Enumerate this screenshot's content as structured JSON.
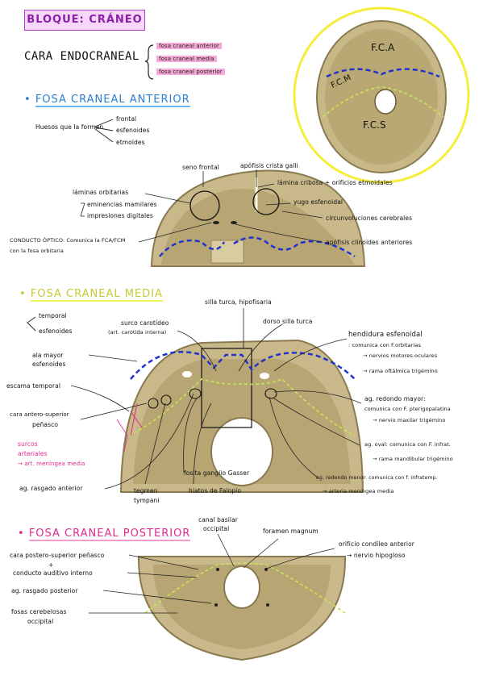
{
  "header": {
    "bloque": "BLOQUE: CRÁNEO",
    "cara_title": "CARA ENDOCRANEAL",
    "brace_items": [
      "fosa craneal anterior",
      "fosa craneal media",
      "fosa craneal posterior"
    ],
    "circle_labels": [
      "F.C.A",
      "F.C.M",
      "F.C.S"
    ]
  },
  "anterior": {
    "title": "FOSA CRANEAL ANTERIOR",
    "huesos_label": "Huesos que la forman",
    "huesos": [
      "frontal",
      "esfenoides",
      "etmoides"
    ],
    "labels": {
      "seno_frontal": "seno frontal",
      "apofisis_crista": "apófisis crista galli",
      "lamina_cribosa": "lámina cribosa + orificios etmoidales",
      "laminas_orbitarias": "láminas orbitarias",
      "eminencias": "eminencias mamilares",
      "impresiones": "impresiones digitales",
      "yugo": "yugo esfenoidal",
      "circunvoluciones": "circunvoluciones cerebrales",
      "conducto_optico": "CONDUCTO ÓPTICO: Comunica la FCA/FCM",
      "conducto_optico_2": "con la fosa orbitaria",
      "clinoides": "apófisis clinoides anteriores"
    }
  },
  "media": {
    "title": "FOSA CRANEAL MEDIA",
    "temporal": "temporal",
    "esfenoides": "esfenoides",
    "labels": {
      "silla_turca": "silla turca, hipofisaria",
      "surco_carotideo": "surco carotídeo",
      "surco_carotideo_2": "(art. carótida interna)",
      "dorso_silla": "dorso silla turca",
      "hendidura": "hendidura esfenoidal",
      "hendidura_2": ": comunica con F.orbitarias",
      "nervios_motores": "→ nervios motores oculares",
      "rama_oftalmica": "→ rama oftálmica trigémino",
      "ala_mayor": "ala mayor",
      "ala_mayor_2": "esfenoides",
      "escama": "escama temporal",
      "cara_antero": "cara antero-superior",
      "cara_antero_2": "peñasco",
      "surcos": "surcos",
      "surcos_2": "arteriales",
      "surcos_3": "→ art. meníngea media",
      "redondo_mayor": "ag. redondo mayor:",
      "redondo_mayor_2": "comunica con F. pterigopalatina",
      "redondo_mayor_3": "→ nervio maxilar trigémino",
      "oval": "ag. oval: comunica con F. infrat.",
      "oval_2": "→ rama mandibular trigémino",
      "fosita": "fosita ganglio Gasser",
      "rasgado_ant": "ag. rasgado anterior",
      "tegmen": "tegmen",
      "tegmen_2": "tympani",
      "hiatos": "hiatos de Falopio",
      "redondo_menor": "ag. redondo menor: comunica con f. infratemp.",
      "redondo_menor_2": "→ arteria meníngea media"
    }
  },
  "posterior": {
    "title": "FOSA CRANEAL POSTERIOR",
    "labels": {
      "canal_basilar": "canal basilar",
      "canal_basilar_2": "occipital",
      "foramen": "foramen magnum",
      "orificio": "orificio condíleo anterior",
      "orificio_2": "→ nervio hipogloso",
      "cara_postero": "cara postero-superior peñasco",
      "cara_postero_2": "+",
      "conducto_auditivo": "conducto auditivo interno",
      "rasgado_post": "ag. rasgado posterior",
      "fosas": "fosas cerebelosas",
      "fosas_2": "occipital"
    }
  },
  "colors": {
    "accent_purple": "#b040c8",
    "pink": "#e0288e",
    "blue_dash": "#2233cc",
    "yellow": "#f4ee3a",
    "bone": "#c9b98a"
  }
}
